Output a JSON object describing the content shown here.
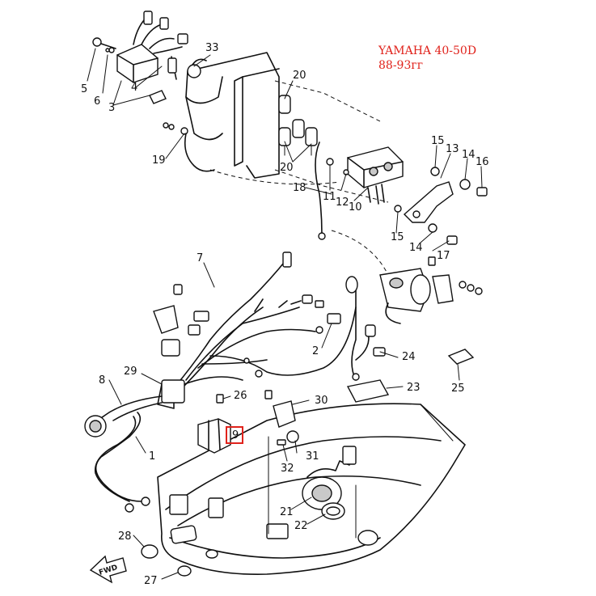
{
  "title": {
    "model": "YAMAHA 40-50D",
    "years": "88-93гг"
  },
  "highlight_color": "#e0221b",
  "forward_marker": "FWD",
  "callouts": [
    {
      "id": "c1",
      "text": "1"
    },
    {
      "id": "c2",
      "text": "2"
    },
    {
      "id": "c3",
      "text": "3"
    },
    {
      "id": "c4",
      "text": "4"
    },
    {
      "id": "c5",
      "text": "5"
    },
    {
      "id": "c6",
      "text": "6"
    },
    {
      "id": "c7",
      "text": "7"
    },
    {
      "id": "c8",
      "text": "8"
    },
    {
      "id": "c9",
      "text": "9"
    },
    {
      "id": "c10",
      "text": "10"
    },
    {
      "id": "c11",
      "text": "11"
    },
    {
      "id": "c12",
      "text": "12"
    },
    {
      "id": "c13",
      "text": "13"
    },
    {
      "id": "c14a",
      "text": "14"
    },
    {
      "id": "c14b",
      "text": "14"
    },
    {
      "id": "c15a",
      "text": "15"
    },
    {
      "id": "c15b",
      "text": "15"
    },
    {
      "id": "c16",
      "text": "16"
    },
    {
      "id": "c17",
      "text": "17"
    },
    {
      "id": "c18",
      "text": "18"
    },
    {
      "id": "c19",
      "text": "19"
    },
    {
      "id": "c20a",
      "text": "20"
    },
    {
      "id": "c20b",
      "text": "20"
    },
    {
      "id": "c21",
      "text": "21"
    },
    {
      "id": "c22",
      "text": "22"
    },
    {
      "id": "c23",
      "text": "23"
    },
    {
      "id": "c24",
      "text": "24"
    },
    {
      "id": "c25",
      "text": "25"
    },
    {
      "id": "c26",
      "text": "26"
    },
    {
      "id": "c27",
      "text": "27"
    },
    {
      "id": "c28",
      "text": "28"
    },
    {
      "id": "c29",
      "text": "29"
    },
    {
      "id": "c30",
      "text": "30"
    },
    {
      "id": "c31",
      "text": "31"
    },
    {
      "id": "c32",
      "text": "32"
    },
    {
      "id": "c33",
      "text": "33"
    }
  ]
}
